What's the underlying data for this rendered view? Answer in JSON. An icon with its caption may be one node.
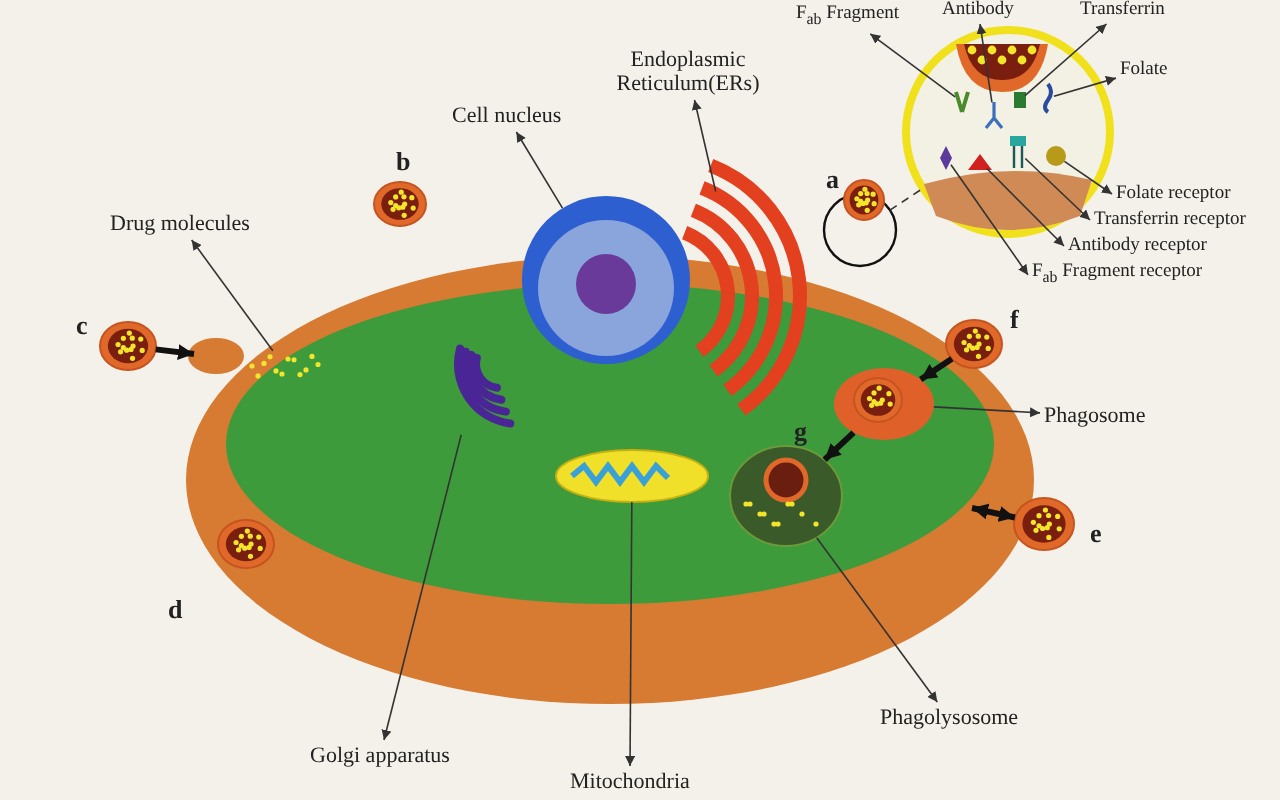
{
  "diagram": {
    "nodes": [
      {
        "text": [
          "F$_{ab}$ Fragment"
        ]
      },
      {
        "text": [
          "Antibody"
        ]
      },
      {
        "text": [
          "Transferrin"
        ]
      },
      {
        "text": [
          "Folate"
        ]
      },
      {
        "text": [
          "Cell nucleus"
        ]
      },
      {
        "text": [
          "Endoplasmic Reticulum(ERs)"
        ]
      },
      {
        "text": [
          "Folate receptor"
        ]
      },
      {
        "text": [
          "Transferrin receptor"
        ]
      },
      {
        "text": [
          "Antibody receptor"
        ]
      },
      {
        "text": [
          "F$_{ab}$ Fragment receptor"
        ]
      },
      {
        "text": [
          "Drug molecules"
        ]
      },
      {
        "text": [
          "Phagosome"
        ]
      },
      {
        "text": [
          "Golgi apparatus"
        ]
      },
      {
        "text": [
          "Phagolysosome"
        ]
      },
      {
        "text": [
          "Mitochondria"
        ]
      },
      {
        "text": [],
        "shape": "circle",
        "beside": [
          "c"
        ]
      },
      {
        "text": [],
        "shape": "circle",
        "beside": [
          "d"
        ]
      },
      {
        "text": [],
        "shape": "circle",
        "beside": [
          "b"
        ]
      },
      {
        "text": [],
        "shape": "circle"
      },
      {
        "text": [],
        "shape": "circle"
      },
      {
        "text": [],
        "shape": "circle",
        "beside": [
          "a"
        ]
      },
      {
        "text": [],
        "shape": "circle",
        "beside": [
          "f"
        ]
      },
      {
        "text": [],
        "shape": "circle"
      },
      {
        "text": [],
        "shape": "circle",
        "beside": [
          "e"
        ]
      },
      {
        "text": [],
        "shape": "picture"
      },
      {
        "text": [],
        "shape": "picture"
      },
      {
        "text": [],
        "shape": "picture"
      },
      {
        "text": [],
        "shape": "picture"
      },
      {
        "text": [],
        "shape": "picture"
      },
      {
        "text": [],
        "shape": "picture"
      },
      {
        "text": [],
        "shape": "picture",
        "in": 22
      },
      {
        "text": [],
        "shape": "picture",
        "in": 22
      },
      {
        "text": [],
        "shape": "picture",
        "in": 22
      },
      {
        "text": [],
        "shape": "picture",
        "in": 22
      },
      {
        "text": [],
        "shape": "picture",
        "in": 22
      },
      {
        "text": [],
        "shape": "box",
        "in": 22
      },
      {
        "text": [],
        "shape": "picture",
        "in": 22
      },
      {
        "text": [],
        "shape": "circle",
        "in": 22
      }
    ],
    "edges": [
      {
        "from": 18,
        "to": 4,
        "arrow": "to"
      },
      {
        "from": 27,
        "to": 5,
        "arrow": "to"
      },
      {
        "from": 31,
        "to": 0,
        "arrow": "to"
      },
      {
        "from": 33,
        "to": 1,
        "arrow": "to"
      },
      {
        "from": 35,
        "to": 2,
        "arrow": "to"
      },
      {
        "from": 36,
        "to": 3,
        "arrow": "to"
      },
      {
        "from": 37,
        "to": 6,
        "arrow": "to"
      },
      {
        "from": 34,
        "to": 7,
        "arrow": "to"
      },
      {
        "from": 32,
        "to": 8,
        "arrow": "to"
      },
      {
        "from": 30,
        "to": 9,
        "arrow": "to"
      },
      {
        "from": 19,
        "to": 22,
        "arrow": "none",
        "style": "dashed"
      },
      {
        "from": 24,
        "to": 10,
        "arrow": "to"
      },
      {
        "from": 15,
        "to": null,
        "arrow": "to",
        "style": "thick"
      },
      {
        "from": 21,
        "to": 29,
        "arrow": "to",
        "style": "thick"
      },
      {
        "from": 29,
        "to": 28,
        "arrow": "to",
        "style": "thick"
      },
      {
        "from": 29,
        "to": 11,
        "arrow": "to"
      },
      {
        "from": 23,
        "to": null,
        "arrow": "both",
        "style": "thick"
      },
      {
        "from": 25,
        "to": 12,
        "arrow": "to"
      },
      {
        "from": 26,
        "to": 14,
        "arrow": "to"
      },
      {
        "from": 28,
        "to": 13,
        "arrow": "to"
      }
    ],
    "labels": [
      "g"
    ]
  }
}
